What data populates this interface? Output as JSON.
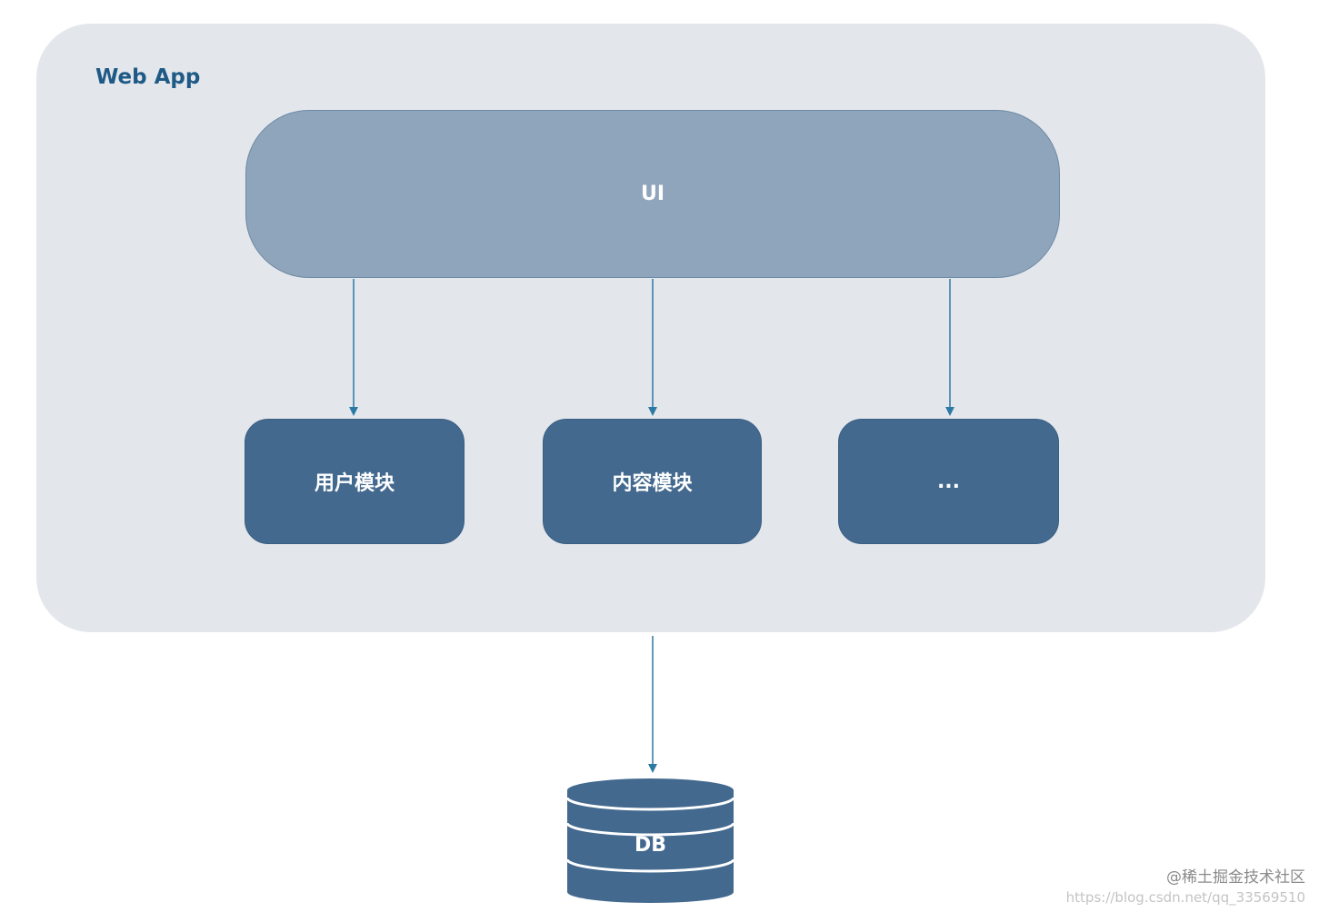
{
  "container": {
    "title": "Web App"
  },
  "ui_layer": {
    "label": "UI"
  },
  "modules": [
    {
      "label": "用户模块"
    },
    {
      "label": "内容模块"
    },
    {
      "label": "..."
    }
  ],
  "database": {
    "label": "DB"
  },
  "watermark": {
    "line1": "@稀土掘金技术社区",
    "line2": "https://blog.csdn.net/qq_33569510"
  },
  "colors": {
    "container_bg": "#e3e7ec",
    "ui_fill": "#8fa5bb",
    "module_fill": "#43698f",
    "arrow": "#2c7aa3",
    "title": "#1f5a86"
  }
}
